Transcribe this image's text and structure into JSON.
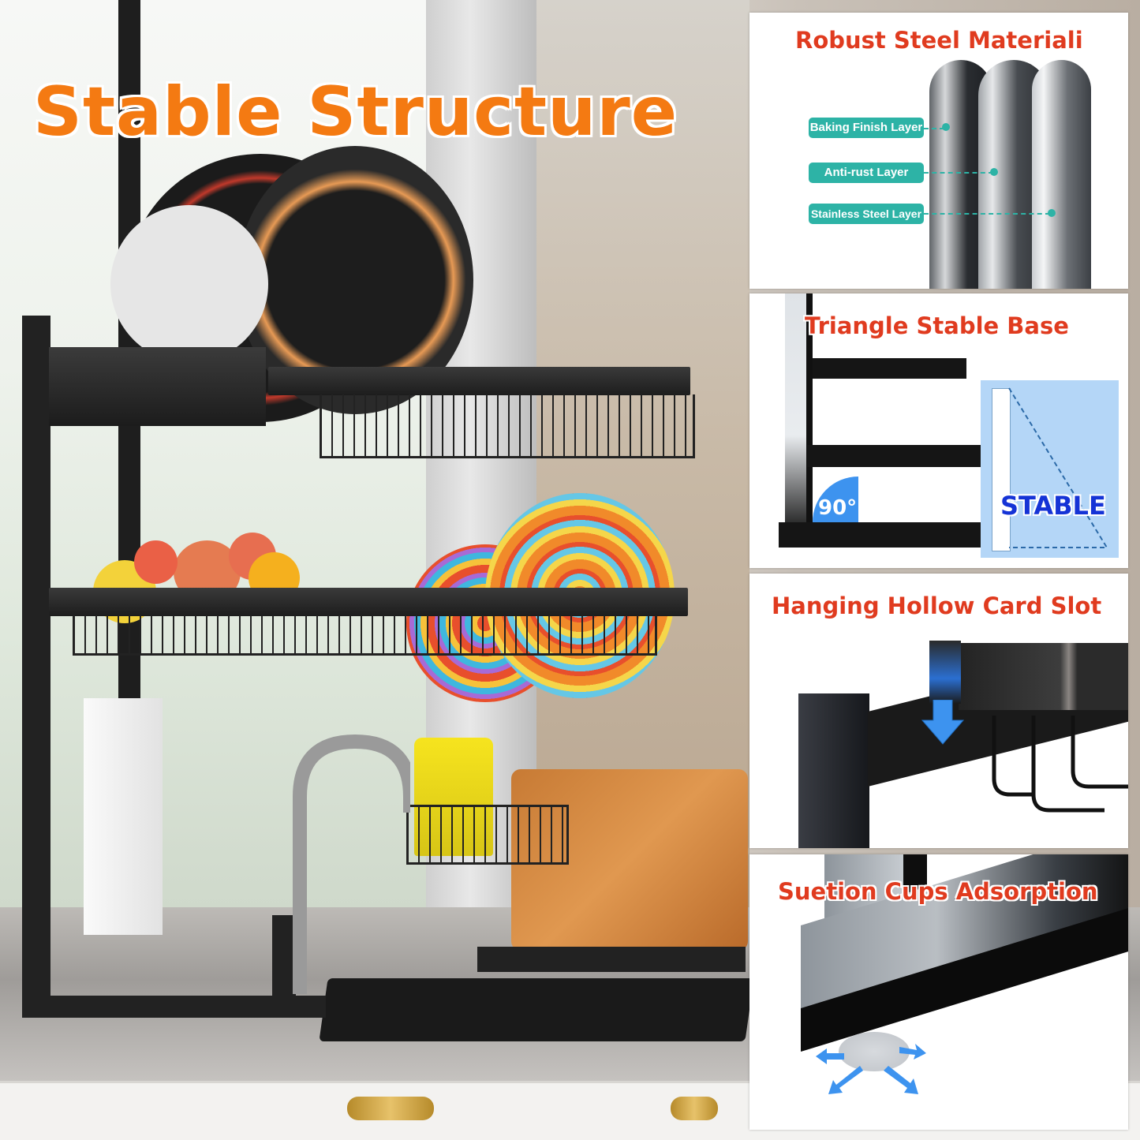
{
  "headline": "Stable Structure",
  "colors": {
    "headline": "#f47a12",
    "panel_title": "#e03b1f",
    "layer_tag": "#2db3a6",
    "stable_text": "#1533d6",
    "stable_box": "#b4d6f7",
    "angle_badge": "#3d93ef",
    "arrow": "#3d93ef"
  },
  "panels": [
    {
      "title": "Robust Steel Materiali",
      "layers": [
        {
          "label": "Baking Finish Layer"
        },
        {
          "label": "Anti-rust Layer"
        },
        {
          "label": "Stainless Steel Layer"
        }
      ]
    },
    {
      "title": "Triangle Stable Base",
      "angle_label": "90°",
      "stable_label": "STABLE"
    },
    {
      "title": "Hanging Hollow Card Slot"
    },
    {
      "title": "Suetion Cups Adsorption"
    }
  ],
  "icons": {
    "down_arrow": "down-arrow-icon",
    "suction_arrows": "outward-arrows-icon"
  }
}
